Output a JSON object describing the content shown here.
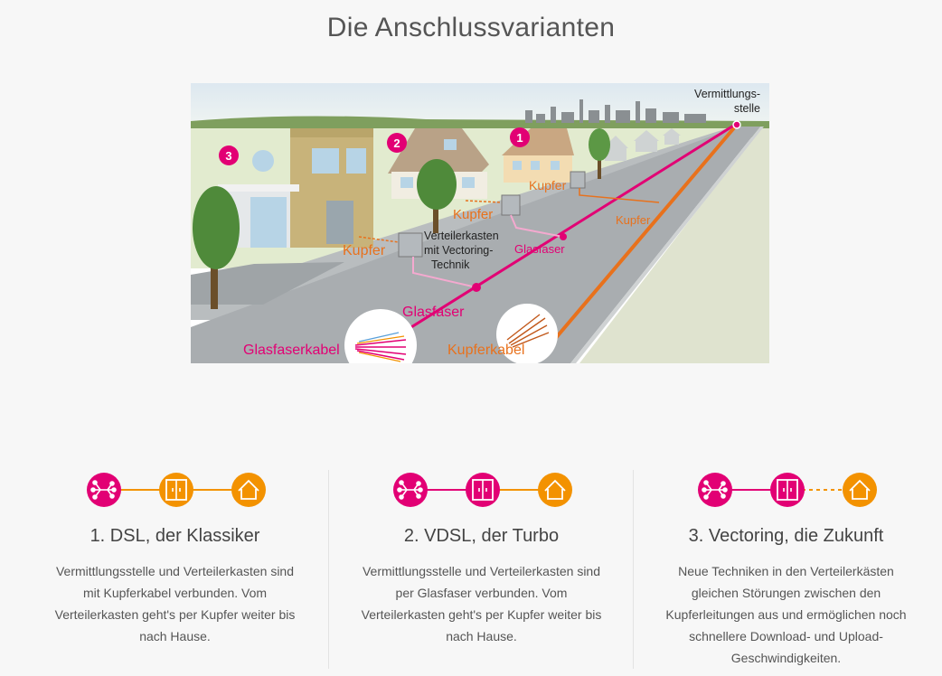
{
  "page": {
    "title": "Die Anschlussvarianten"
  },
  "colors": {
    "magenta": "#e20074",
    "orange": "#f39200",
    "copper": "#e8711c",
    "text": "#555555",
    "background": "#f7f7f7"
  },
  "illustration": {
    "labels": {
      "exchange": "Vermittlungs-",
      "exchange2": "stelle",
      "copper_1": "Kupfer",
      "copper_2": "Kupfer",
      "copper_3": "Kupfer",
      "copper_road": "Kupfer",
      "cabinet": "Verteilerkasten",
      "cabinet2": "mit Vectoring-",
      "cabinet3": "Technik",
      "fiber_small": "Glasfaser",
      "fiber_big": "Glasfaser",
      "fiber_cable": "Glasfaserkabel",
      "copper_cable": "Kupferkabel"
    },
    "badges": [
      "1",
      "2",
      "3"
    ]
  },
  "variants": [
    {
      "title": "1. DSL, der Klassiker",
      "desc": "Vermittlungsstelle und Verteilerkasten sind mit Kupferkabel verbunden. Vom Verteilerkasten geht's per Kupfer weiter bis nach Hause.",
      "icons": [
        "network-icon",
        "cabinet-icon",
        "house-icon"
      ]
    },
    {
      "title": "2. VDSL, der Turbo",
      "desc": "Vermittlungsstelle und Verteilerkasten sind per Glasfaser verbunden. Vom Verteilerkasten geht's per Kupfer weiter bis nach Hause.",
      "icons": [
        "network-icon",
        "cabinet-icon",
        "house-icon"
      ]
    },
    {
      "title": "3. Vectoring, die Zukunft",
      "desc": "Neue Techniken in den Verteilerkästen gleichen Störungen zwischen den Kupferleitungen aus und ermöglichen noch schnellere Download- und Upload-Geschwindigkeiten.",
      "icons": [
        "network-icon",
        "cabinet-icon",
        "house-icon"
      ]
    }
  ]
}
